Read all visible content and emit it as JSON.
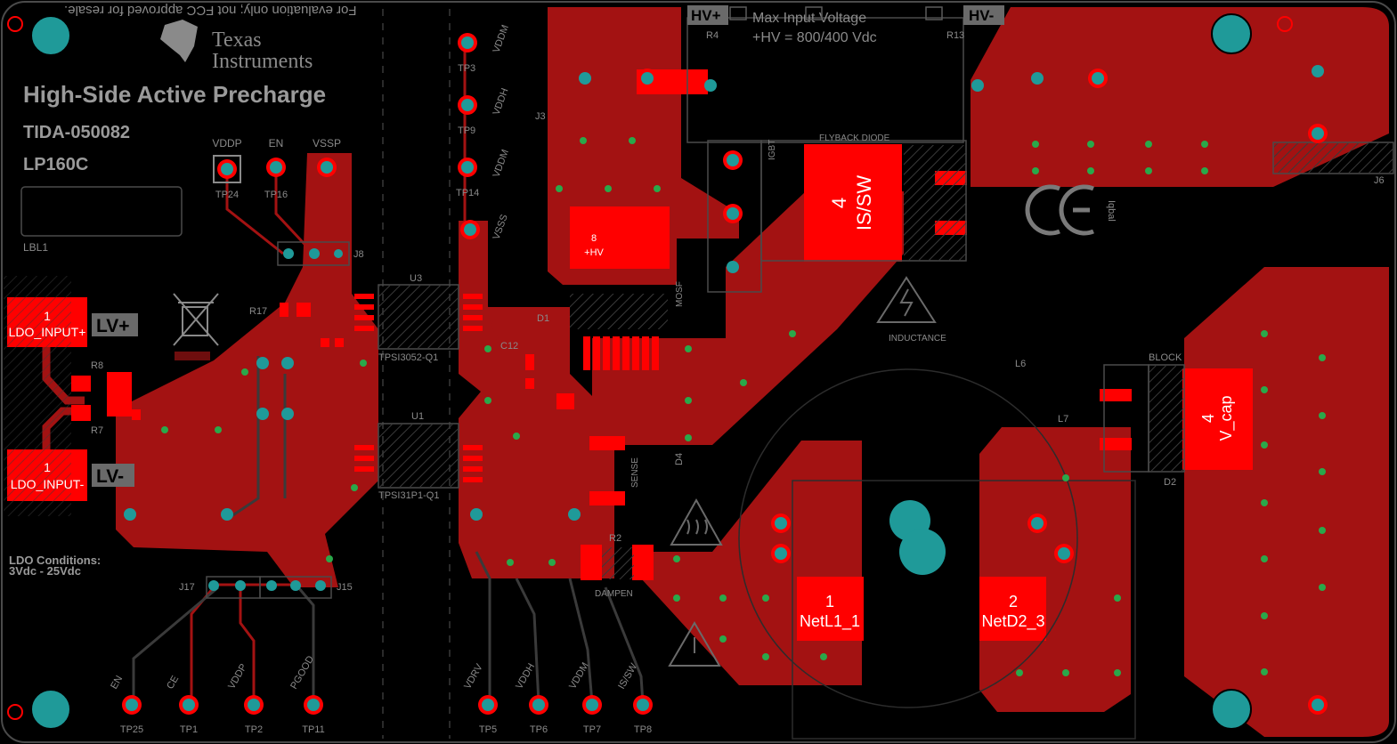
{
  "colors": {
    "board": "#000000",
    "copper": "#a31212",
    "pad_bright": "#ff0000",
    "via_fill": "#1f9a99",
    "silkscreen": "#8a8a8a",
    "outline": "#4a4a4a"
  },
  "header": {
    "disclaimer": "For evaluation only; not FCC approved for resale.",
    "brand_line1": "Texas",
    "brand_line2": "Instruments",
    "title": "High-Side Active Precharge",
    "part_number": "TIDA-050082",
    "revision": "LP160C",
    "label_box": "LBL1"
  },
  "ldo": {
    "conditions_title": "LDO Conditions:",
    "conditions_range": "3Vdc - 25Vdc",
    "lv_plus": "LV+",
    "lv_minus": "LV-"
  },
  "pads": {
    "ldo_plus_num": "1",
    "ldo_plus_net": "LDO_INPUT+",
    "ldo_minus_num": "1",
    "ldo_minus_net": "LDO_INPUT-",
    "hv_num": "8",
    "hv_net": "+HV",
    "is_sw_num": "4",
    "is_sw_net": "IS/SW",
    "netl1_num": "1",
    "netl1_net": "NetL1_1",
    "netd2_num": "2",
    "netd2_net": "NetD2_3",
    "vcap_num": "4",
    "vcap_net": "V_cap"
  },
  "top_labels": {
    "hv_plus": "HV+",
    "hv_minus": "HV-",
    "max_input_title": "Max Input Voltage",
    "max_input_value": "+HV = 800/400 Vdc",
    "r4": "R4",
    "r13": "R13"
  },
  "silk_labels": {
    "flyback": "FLYBACK DIODE",
    "inductance": "INDUCTANCE",
    "block": "BLOCK",
    "dampen": "DAMPEN",
    "sense": "SENSE",
    "mosfet": "MOSF",
    "igbt": "IGBT",
    "u3_part": "TPSI3052-Q1",
    "u1_part": "TPSI31P1-Q1",
    "u3": "U3",
    "u1": "U1",
    "l6": "L6",
    "l7": "L7",
    "j3": "J3",
    "j6": "J6",
    "j8": "J8",
    "j15": "J15",
    "j17": "J17",
    "d1": "D1",
    "d2": "D2",
    "d4": "D4",
    "c12": "C12",
    "r2": "R2",
    "r7": "R7",
    "r8": "R8",
    "r17": "R17",
    "label_code": "Iqbal"
  },
  "test_points": {
    "upper_row": [
      {
        "name": "VDDP",
        "tp": "TP24"
      },
      {
        "name": "EN",
        "tp": "TP16"
      },
      {
        "name": "VSSP",
        "tp": ""
      }
    ],
    "vertical": [
      {
        "name": "VDDM",
        "tp": "TP3"
      },
      {
        "name": "VDDH",
        "tp": "TP9"
      },
      {
        "name": "VDDM",
        "tp": "TP14"
      },
      {
        "name": "VSSS",
        "tp": ""
      }
    ],
    "bottom_left": [
      {
        "name": "EN",
        "tp": "TP25"
      },
      {
        "name": "CE",
        "tp": "TP1"
      },
      {
        "name": "VDDP",
        "tp": "TP2"
      },
      {
        "name": "PGOOD",
        "tp": "TP11"
      }
    ],
    "bottom_right": [
      {
        "name": "VDRV",
        "tp": "TP5"
      },
      {
        "name": "VDDH",
        "tp": "TP6"
      },
      {
        "name": "VDDM",
        "tp": "TP7"
      },
      {
        "name": "IS/SW",
        "tp": "TP8"
      }
    ]
  },
  "mounting_holes": [
    "top-left",
    "top-right",
    "bottom-left",
    "bottom-right"
  ]
}
